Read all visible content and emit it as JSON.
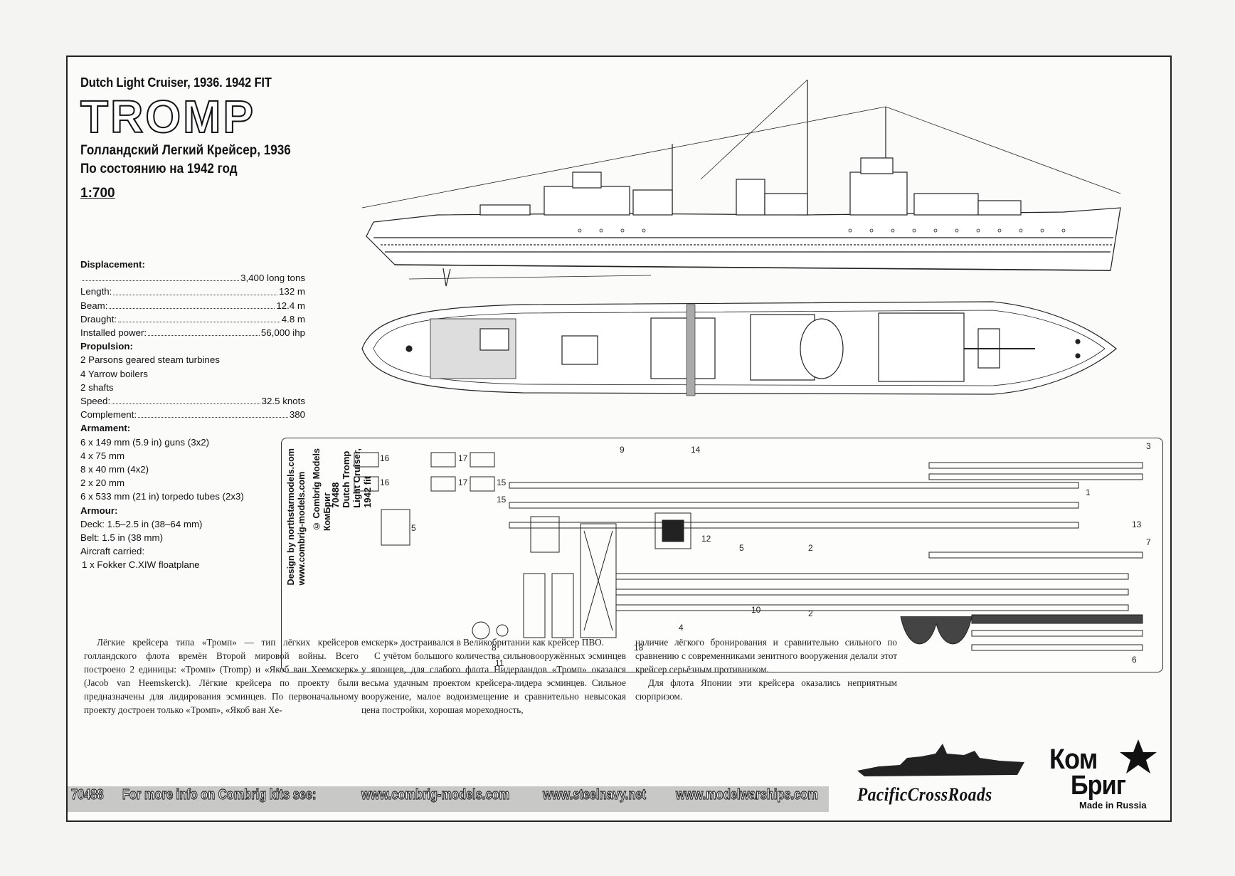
{
  "header": {
    "subtitle_en": "Dutch Light Cruiser, 1936. 1942 FIT",
    "ship_name": "TROMP",
    "subtitle_ru_1": "Голландский Легкий Крейсер, 1936",
    "subtitle_ru_2": "По состоянию на 1942 год",
    "scale": "1:700"
  },
  "specs": {
    "displacement_label": "Displacement:",
    "displacement_value": "3,400 long tons",
    "rows": [
      {
        "label": "Length:",
        "value": "132 m"
      },
      {
        "label": "Beam:",
        "value": "12.4 m"
      },
      {
        "label": "Draught:",
        "value": "4.8 m"
      },
      {
        "label": "Installed power:",
        "value": "56,000 ihp"
      }
    ],
    "propulsion_label": "Propulsion:",
    "propulsion": [
      "2 Parsons geared steam turbines",
      "4 Yarrow boilers",
      "2 shafts"
    ],
    "rows2": [
      {
        "label": "Speed:",
        "value": "32.5 knots"
      },
      {
        "label": "Complement:",
        "value": "380"
      }
    ],
    "armament_label": "Armament:",
    "armament": [
      "6 x 149 mm (5.9 in) guns (3x2)",
      "4 x 75 mm",
      "8 x 40 mm (4x2)",
      "2 x 20 mm",
      "6 x 533 mm (21 in) torpedo tubes (2x3)"
    ],
    "armour_label": "Armour:",
    "armour": [
      "Deck: 1.5–2.5 in (38–64 mm)",
      "Belt: 1.5 in (38 mm)"
    ],
    "aircraft_label": "Aircraft carried:",
    "aircraft": [
      "1 x Fokker C.XIW floatplane"
    ]
  },
  "fret": {
    "credit_col1": [
      "Design by northstarmodels.com",
      "www.combrig-models.com"
    ],
    "credit_col2": [
      "© Combrig Models",
      "КомБриг"
    ],
    "credit_col3": [
      "70488",
      "Dutch Tromp",
      "Light Cruiser,",
      "1942 fit"
    ],
    "part_numbers": [
      "16",
      "16",
      "17",
      "17",
      "5",
      "15",
      "15",
      "9",
      "14",
      "3",
      "1",
      "12",
      "13",
      "7",
      "2",
      "5",
      "2",
      "4",
      "10",
      "6",
      "8",
      "11",
      "18"
    ]
  },
  "description": {
    "col1": "Лёгкие крейсера типа «Тромп» — тип лёгких крейсеров голландского флота времён Второй мировой войны. Всего построено 2 единицы: «Тромп» (Tromp) и «Якоб ван Хеемскерк» (Jacob van Heemskerck). Лёгкие крейсера по проекту были предназначены для лидирования эсминцев. По первоначальному проекту достроен только «Тромп», «Якоб ван Хе-",
    "col2_a": "емскерк» достраивался в Великобритании как крейсер ПВО.",
    "col2_b": "С учётом большого количества сильновооружённых эсминцев у японцев, для слабого флота Нидерландов «Тромп» оказался весьма удачным проектом крейсера-лидера эсминцев. Сильное вооружение, малое водоизмещение и сравнительно невысокая цена постройки, хорошая мореходность,",
    "col3_a": "наличие лёгкого бронирования и сравнительно сильного по сравнению с современниками зенитного вооружения делали этот крейсер серьёзным противником.",
    "col3_b": "Для флота Японии эти крейсера оказались неприятным сюрпризом."
  },
  "footer": {
    "kit_number": "70488",
    "info_text": "For more info on Combrig kits see:",
    "link1": "www.combrig-models.com",
    "link2": "www.steelnavy.net",
    "link3": "www.modelwarships.com",
    "partner": "PacificCrossRoads",
    "brand_line1": "Ком",
    "brand_line2": "Бриг",
    "brand_tag": "Made in Russia"
  }
}
